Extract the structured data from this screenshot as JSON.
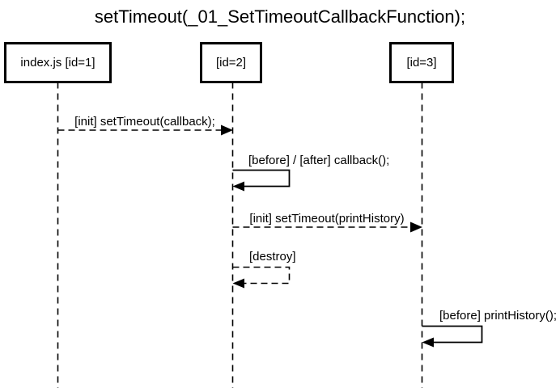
{
  "title": "setTimeout(_01_SetTimeoutCallbackFunction);",
  "actors": [
    {
      "label": "index.js [id=1]"
    },
    {
      "label": "[id=2]"
    },
    {
      "label": "[id=3]"
    }
  ],
  "messages": [
    {
      "label": "[init] setTimeout(callback);",
      "from": "index.js [id=1]",
      "to": "[id=2]",
      "line": "dashed"
    },
    {
      "label": "[before] / [after] callback();",
      "from": "[id=2]",
      "to": "[id=2]",
      "line": "solid"
    },
    {
      "label": "[init] setTimeout(printHistory)",
      "from": "[id=2]",
      "to": "[id=3]",
      "line": "dashed"
    },
    {
      "label": "[destroy]",
      "from": "[id=2]",
      "to": "[id=2]",
      "line": "dashed"
    },
    {
      "label": "[before] printHistory();",
      "from": "[id=3]",
      "to": "[id=3]",
      "line": "solid"
    }
  ],
  "colors": {
    "ink": "#000000",
    "background": "#ffffff"
  }
}
